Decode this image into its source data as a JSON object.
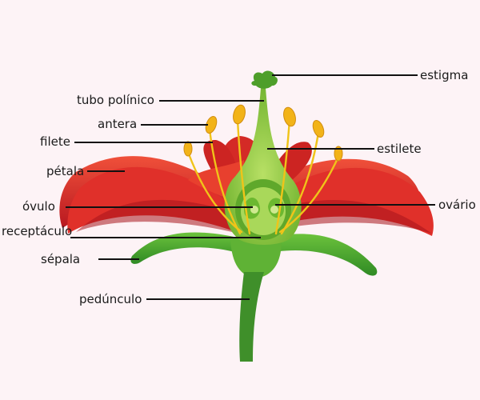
{
  "labels": {
    "stigma": "estigma",
    "pollen_tube": "tubo polínico",
    "anther": "antera",
    "filament": "filete",
    "style": "estilete",
    "petal": "pétala",
    "ovule": "óvulo",
    "ovary": "ovário",
    "receptacle": "receptáculo",
    "sepal": "sépala",
    "peduncle": "pedúnculo"
  },
  "colors": {
    "background": "#fdf3f6",
    "petal": "#e0302a",
    "petal_dark": "#a8141c",
    "sepal": "#4ea82e",
    "stem": "#3f8f2a",
    "pistil": "#8fcc3a",
    "anther": "#f2b318",
    "filament": "#f0c419",
    "leader_line": "#111111"
  }
}
